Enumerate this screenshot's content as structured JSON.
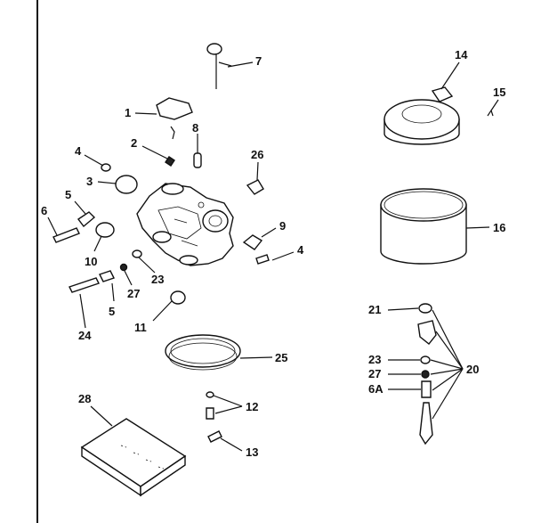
{
  "labels": {
    "l1": "1",
    "l2": "2",
    "l3": "3",
    "l4a": "4",
    "l4b": "4",
    "l5a": "5",
    "l5b": "5",
    "l6": "6",
    "l7": "7",
    "l8": "8",
    "l9": "9",
    "l10": "10",
    "l11": "11",
    "l12": "12",
    "l13": "13",
    "l14": "14",
    "l15": "15",
    "l16": "16",
    "l20": "20",
    "l21": "21",
    "l23a": "23",
    "l23b": "23",
    "l24": "24",
    "l25": "25",
    "l26": "26",
    "l27a": "27",
    "l27b": "27",
    "l28": "28",
    "l6a": "6A"
  }
}
